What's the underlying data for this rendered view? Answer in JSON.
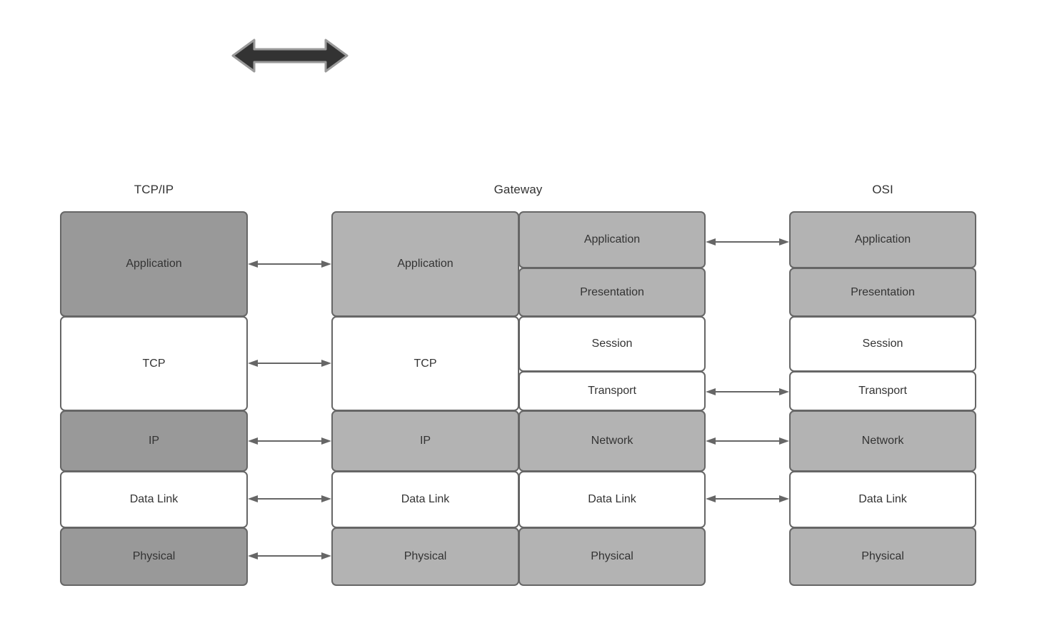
{
  "diagram": {
    "title_tcpip": "TCP/IP",
    "title_gateway": "Gateway",
    "title_osi": "OSI",
    "colors": {
      "fill_dark_gray": "#999999",
      "fill_light_gray": "#b3b3b3",
      "fill_white": "#ffffff",
      "stroke": "#666666",
      "text": "#333333",
      "big_arrow_fill": "#333333",
      "big_arrow_stroke": "#999999",
      "connector": "#666666",
      "background": "#ffffff"
    },
    "big_arrow": {
      "icon": "double-headed-arrow-icon",
      "direction": "bidirectional-horizontal"
    }
  },
  "columns": {
    "tcpip": {
      "label": "TCP/IP",
      "layers": [
        {
          "label": "Application",
          "fill": "dark"
        },
        {
          "label": "TCP",
          "fill": "white"
        },
        {
          "label": "IP",
          "fill": "dark"
        },
        {
          "label": "Data Link",
          "fill": "white"
        },
        {
          "label": "Physical",
          "fill": "dark"
        }
      ]
    },
    "gateway": {
      "label": "Gateway",
      "left_layers": [
        {
          "label": "Application",
          "fill": "light"
        },
        {
          "label": "TCP",
          "fill": "white"
        },
        {
          "label": "IP",
          "fill": "light"
        },
        {
          "label": "Data Link",
          "fill": "white"
        },
        {
          "label": "Physical",
          "fill": "light"
        }
      ],
      "right_layers": [
        {
          "label": "Application",
          "fill": "light"
        },
        {
          "label": "Presentation",
          "fill": "light"
        },
        {
          "label": "Session",
          "fill": "white"
        },
        {
          "label": "Transport",
          "fill": "white"
        },
        {
          "label": "Network",
          "fill": "light"
        },
        {
          "label": "Data Link",
          "fill": "white"
        },
        {
          "label": "Physical",
          "fill": "light"
        }
      ]
    },
    "osi": {
      "label": "OSI",
      "layers": [
        {
          "label": "Application",
          "fill": "light"
        },
        {
          "label": "Presentation",
          "fill": "light"
        },
        {
          "label": "Session",
          "fill": "white"
        },
        {
          "label": "Transport",
          "fill": "white"
        },
        {
          "label": "Network",
          "fill": "light"
        },
        {
          "label": "Data Link",
          "fill": "white"
        },
        {
          "label": "Physical",
          "fill": "light"
        }
      ]
    }
  },
  "connectors": {
    "left": [
      {
        "from": "TCP/IP Application",
        "to": "Gateway Application"
      },
      {
        "from": "TCP/IP TCP",
        "to": "Gateway TCP"
      },
      {
        "from": "TCP/IP IP",
        "to": "Gateway IP"
      },
      {
        "from": "TCP/IP Data Link",
        "to": "Gateway Data Link"
      },
      {
        "from": "TCP/IP Physical",
        "to": "Gateway Physical"
      }
    ],
    "right": [
      {
        "from": "Gateway Application",
        "to": "OSI Application"
      },
      {
        "from": "Gateway Transport",
        "to": "OSI Transport"
      },
      {
        "from": "Gateway Network",
        "to": "OSI Network"
      },
      {
        "from": "Gateway Data Link",
        "to": "OSI Data Link"
      }
    ]
  }
}
